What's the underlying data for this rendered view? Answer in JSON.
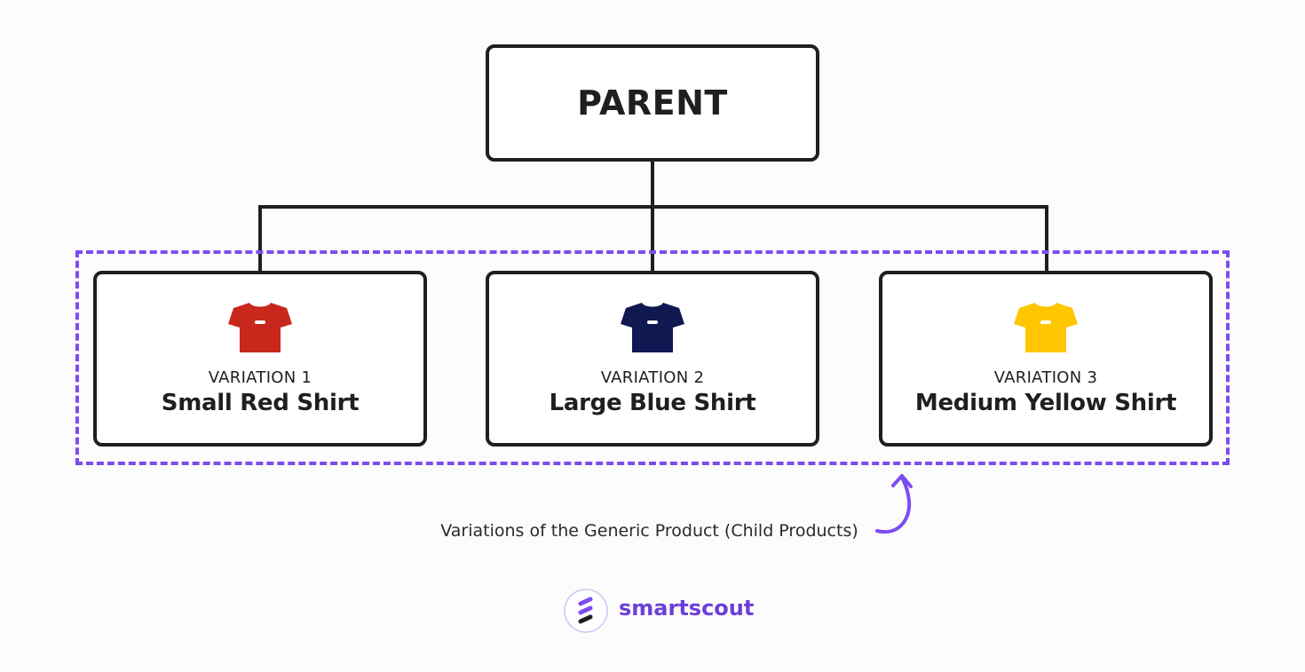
{
  "parent": {
    "label": "PARENT"
  },
  "children": [
    {
      "variation_label": "VARIATION 1",
      "name": "Small Red Shirt",
      "shirt_color": "#c8281c"
    },
    {
      "variation_label": "VARIATION 2",
      "name": "Large Blue Shirt",
      "shirt_color": "#0f1850"
    },
    {
      "variation_label": "VARIATION 3",
      "name": "Medium Yellow Shirt",
      "shirt_color": "#ffc500"
    }
  ],
  "group": {
    "caption": "Variations of the Generic Product (Child Products)",
    "outline_color": "#7b4df0"
  },
  "brand": {
    "name": "smartscout",
    "color": "#6b3fd8"
  },
  "icons": {
    "shirt": "t-shirt-icon",
    "arrow": "curved-arrow-icon",
    "logo": "smartscout-logo-icon"
  }
}
